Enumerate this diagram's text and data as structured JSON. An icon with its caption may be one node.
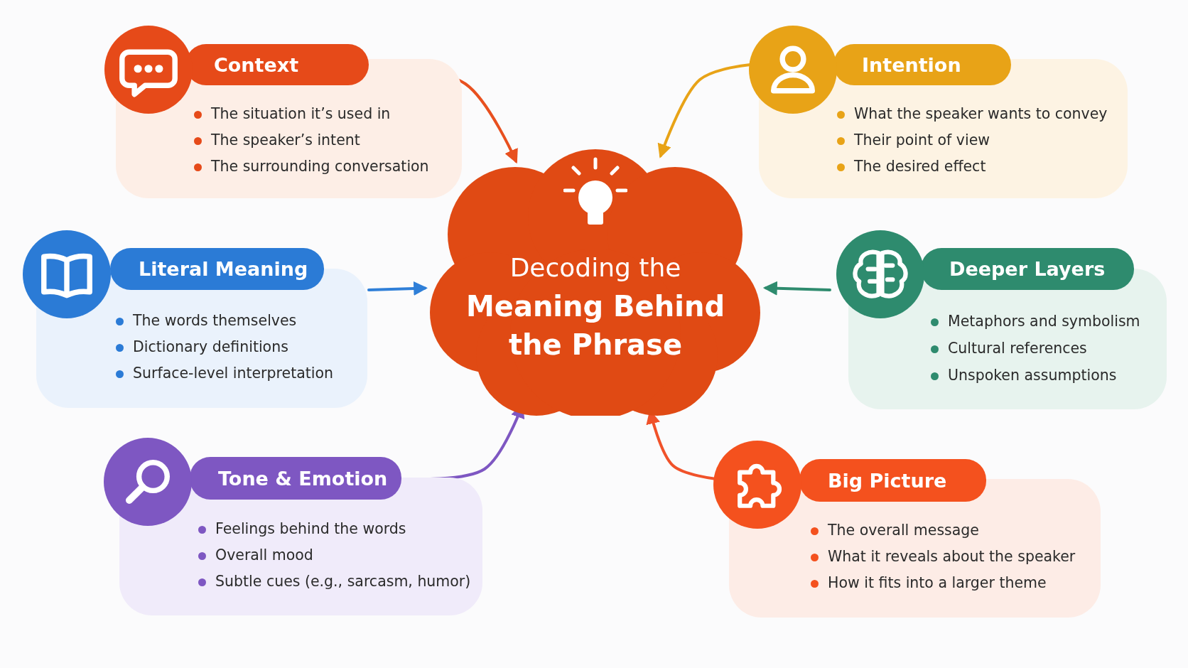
{
  "diagram": {
    "nodes": [
      {
        "text": [
          "Decoding the",
          "Meaning Behind the Phrase"
        ]
      },
      {
        "text": [
          "Context",
          "The situation it’s used in",
          "The speaker’s intent",
          "The surrounding conversation"
        ]
      },
      {
        "text": [
          "Intention",
          "What the speaker wants to convey",
          "Their point of view",
          "The desired effect"
        ]
      },
      {
        "text": [
          "Literal Meaning",
          "The words themselves",
          "Dictionary definitions",
          "Surface-level interpretation"
        ]
      },
      {
        "text": [
          "Deeper Layers",
          "Metaphors and symbolism",
          "Cultural references",
          "Unspoken assumptions"
        ]
      },
      {
        "text": [
          "Tone & Emotion",
          "Feelings behind the words",
          "Overall mood",
          "Subtle cues (e.g., sarcasm, humor)"
        ]
      },
      {
        "text": [
          "Big Picture",
          "The overall message",
          "What it reveals about the speaker",
          "How it fits into a larger theme"
        ]
      }
    ],
    "edges": [
      {
        "from": 1,
        "to": 0,
        "arrow": "to",
        "color": "#e8501f"
      },
      {
        "from": 2,
        "to": 0,
        "arrow": "to",
        "color": "#e8a317"
      },
      {
        "from": 3,
        "to": 0,
        "arrow": "to",
        "color": "#2f7fd8"
      },
      {
        "from": 4,
        "to": 0,
        "arrow": "to",
        "color": "#2e8b6e"
      },
      {
        "from": 5,
        "to": 0,
        "arrow": "to",
        "color": "#7e57c2"
      },
      {
        "from": 6,
        "to": 0,
        "arrow": "to",
        "color": "#f0522a"
      }
    ]
  }
}
